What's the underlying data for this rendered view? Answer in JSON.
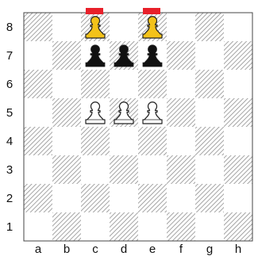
{
  "board": {
    "ranks": [
      "8",
      "7",
      "6",
      "5",
      "4",
      "3",
      "2",
      "1"
    ],
    "files": [
      "a",
      "b",
      "c",
      "d",
      "e",
      "f",
      "g",
      "h"
    ]
  },
  "pieces": [
    {
      "type": "pawn",
      "color": "yellow",
      "square": "c8"
    },
    {
      "type": "pawn",
      "color": "yellow",
      "square": "e8"
    },
    {
      "type": "pawn",
      "color": "black",
      "square": "c7"
    },
    {
      "type": "pawn",
      "color": "black",
      "square": "d7"
    },
    {
      "type": "pawn",
      "color": "black",
      "square": "e7"
    },
    {
      "type": "pawn",
      "color": "white",
      "square": "c5"
    },
    {
      "type": "pawn",
      "color": "white",
      "square": "d5"
    },
    {
      "type": "pawn",
      "color": "white",
      "square": "e5"
    }
  ],
  "markers": [
    {
      "type": "promotion-flag",
      "color": "#e8202a",
      "square": "c8"
    },
    {
      "type": "promotion-flag",
      "color": "#e8202a",
      "square": "e8"
    }
  ],
  "colors": {
    "hatch_line": "#9a9a9a",
    "light_square": "#ffffff",
    "border": "#444444",
    "black_pawn": "#111111",
    "white_pawn": "#ffffff",
    "yellow_pawn": "#f3c21a",
    "piece_outline": "#222222"
  }
}
